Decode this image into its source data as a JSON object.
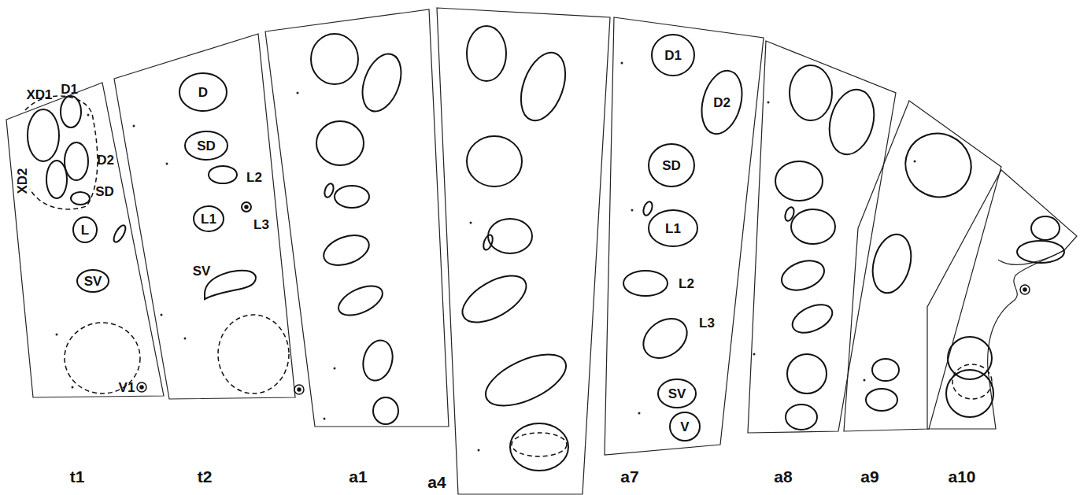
{
  "diagram": {
    "nodes": [
      {
        "text": [
          "L"
        ]
      },
      {
        "text": [
          "SV"
        ]
      },
      {
        "text": [
          "D"
        ]
      },
      {
        "text": [
          "SD"
        ]
      },
      {
        "text": [
          "L1"
        ]
      },
      {
        "text": [
          "D1"
        ]
      },
      {
        "text": [
          "D2"
        ]
      },
      {
        "text": [
          "SD"
        ]
      },
      {
        "text": [
          "L1"
        ]
      },
      {
        "text": [
          "SV"
        ]
      },
      {
        "text": [
          "V"
        ]
      }
    ],
    "labels": [
      "XD1",
      "D1",
      "D2",
      "XD2",
      "SD",
      "V1",
      "L2",
      "L3",
      "SV",
      "L2",
      "L3",
      "t1",
      "t2",
      "a1",
      "a4",
      "a7",
      "a8",
      "a9",
      "a10"
    ]
  }
}
